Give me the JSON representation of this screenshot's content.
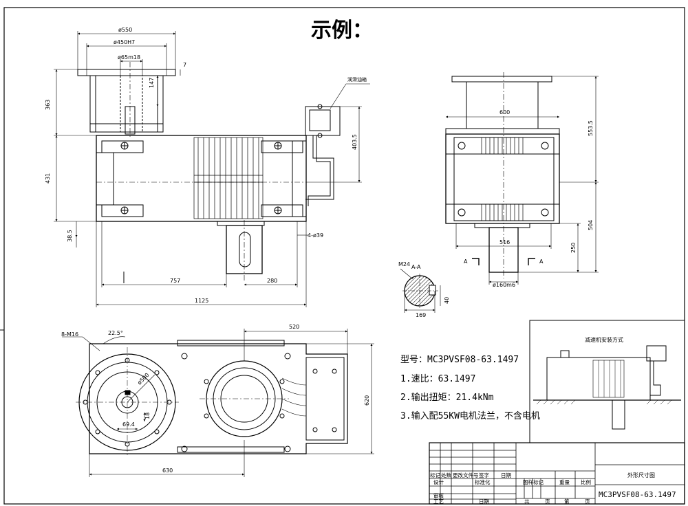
{
  "page": {
    "title": "示例："
  },
  "front_view": {
    "dims": {
      "d550": "ø550",
      "d450": "ø450H7",
      "d65": "ø65m18",
      "h7": "7",
      "h147": "147",
      "h363": "363",
      "h431": "431",
      "h403_5": "403.5",
      "h38_5": "38.5",
      "bolt": "4-ø39",
      "l757": "757",
      "l280": "280",
      "l1125": "1125"
    },
    "callout": "润滑油箱"
  },
  "side_view": {
    "dims": {
      "w600": "600",
      "h553_5": "553.5",
      "h504": "504",
      "w516": "516",
      "h250": "250",
      "shaft": "ø160m6"
    },
    "section_marks": [
      "A",
      "A"
    ]
  },
  "section_aa": {
    "label": "A-A",
    "key": "M24",
    "w169": "169",
    "h40": "40"
  },
  "top_view": {
    "dims": {
      "holes": "8-M16",
      "angle": "22.5°",
      "d500": "ø500",
      "w18": "18",
      "w69_4": "69.4",
      "w520": "520",
      "h620": "620",
      "w630": "630"
    }
  },
  "spec": {
    "model": "型号：MC3PVSF08-63.1497",
    "ratio": "1.速比：63.1497",
    "torque": "2.输出扭矩：21.4kNm",
    "input": "3.输入配55KW电机法兰，不含电机"
  },
  "mounting": {
    "title": "减速机安装方式"
  },
  "title_block": {
    "cells": {
      "c1": "标记",
      "c2": "处数",
      "c3": "更改文件号",
      "c4": "签字",
      "c5": "日期",
      "c6": "设计",
      "c7": "标准化",
      "c8": "图样标记",
      "c9": "重量",
      "c10": "比例",
      "c11": "审核",
      "c12": "工艺",
      "c13": "日期",
      "c14": "共",
      "c15": "页",
      "c16": "第",
      "c17": "页"
    },
    "drawing_name": "外形尺寸图",
    "drawing_number": "MC3PVSF08-63.1497"
  }
}
